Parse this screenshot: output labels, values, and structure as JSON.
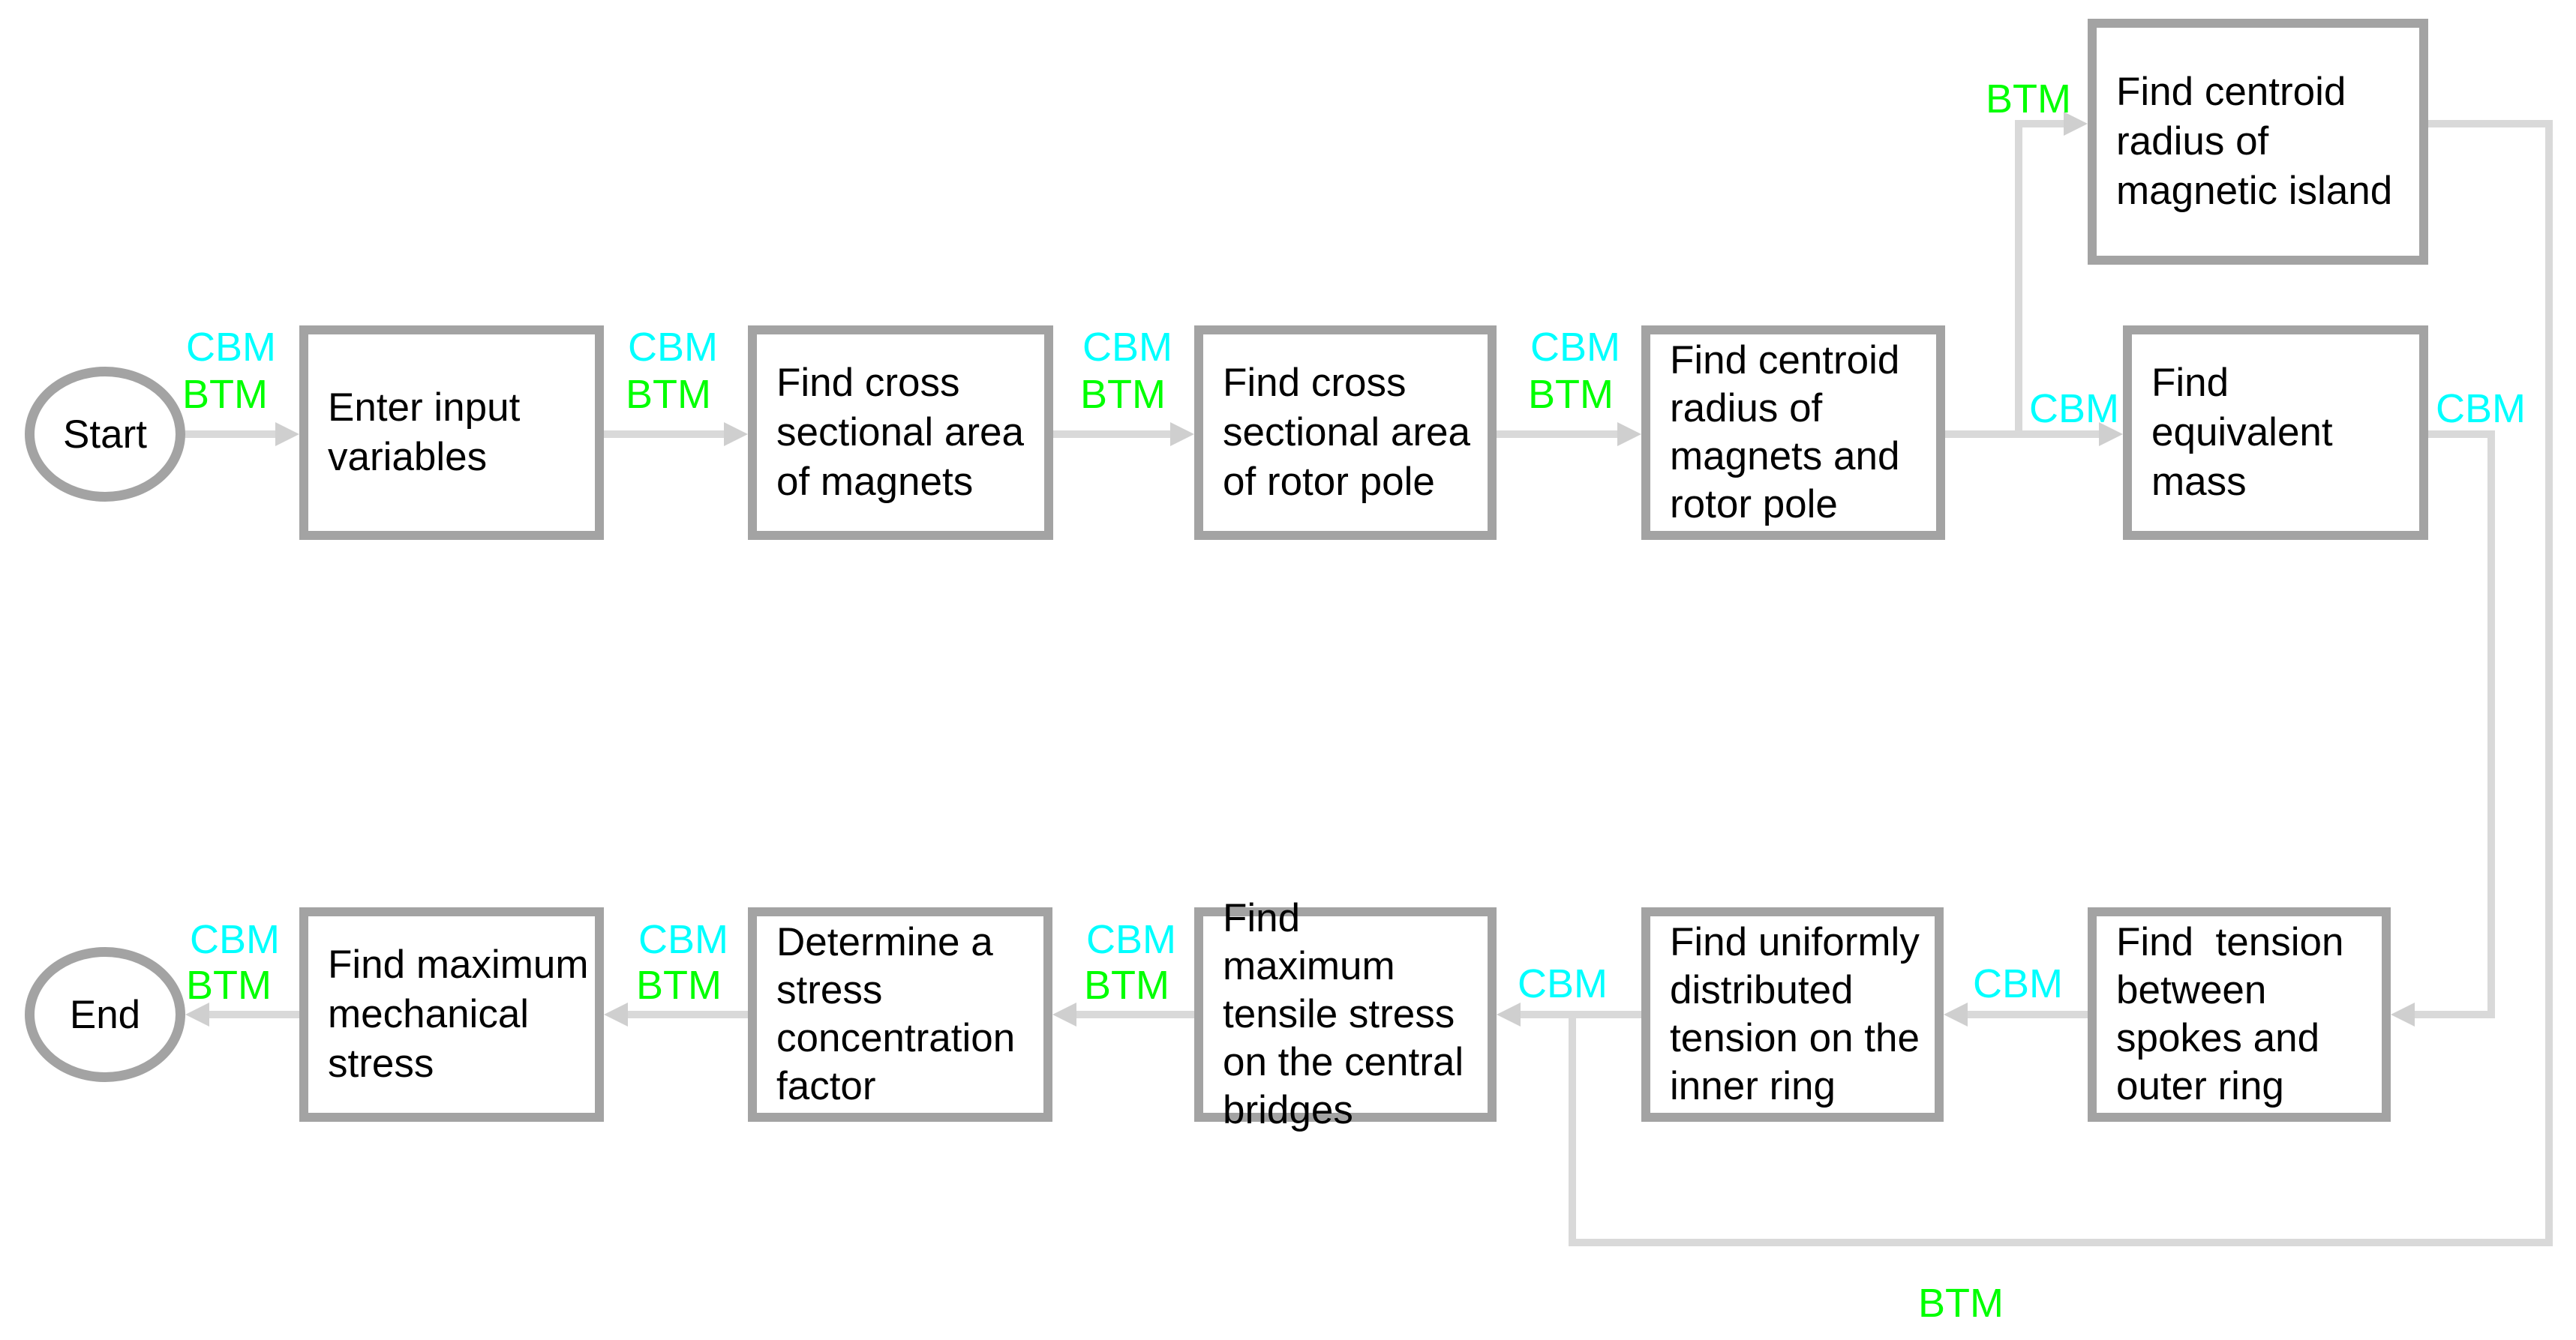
{
  "colors": {
    "cbm_label": "#00ffff",
    "btm_label": "#00ff00",
    "box_border": "#a3a3a3",
    "connector": "#d9d9d9",
    "arrowhead": "#cfcfcf",
    "text": "#000000",
    "background": "#ffffff"
  },
  "labels": {
    "cbm": "CBM",
    "btm": "BTM"
  },
  "nodes": {
    "start": "Start",
    "end": "End",
    "enter_input": "Enter input\nvariables",
    "cross_magnets": "Find cross\nsectional area\nof magnets",
    "cross_rotor": "Find cross\nsectional area\nof rotor pole",
    "centroid_magnets_rotor": "Find centroid\nradius of\nmagnets and\nrotor pole",
    "equivalent_mass": "Find\nequivalent\nmass",
    "magnetic_island": "Find centroid\nradius of\nmagnetic island",
    "tension_spokes": "Find  tension\nbetween\nspokes and\nouter ring",
    "uniform_tension": "Find uniformly\ndistributed\ntension on the\ninner ring",
    "tensile_stress": "Find maximum\ntensile stress\non the central\nbridges",
    "stress_concentration": "Determine a\nstress\nconcentration\nfactor",
    "max_mech_stress": "Find maximum\nmechanical\nstress"
  },
  "edges": [
    {
      "from": "start",
      "to": "enter_input",
      "tags": [
        "CBM",
        "BTM"
      ]
    },
    {
      "from": "enter_input",
      "to": "cross_magnets",
      "tags": [
        "CBM",
        "BTM"
      ]
    },
    {
      "from": "cross_magnets",
      "to": "cross_rotor",
      "tags": [
        "CBM",
        "BTM"
      ]
    },
    {
      "from": "cross_rotor",
      "to": "centroid_magnets_rotor",
      "tags": [
        "CBM",
        "BTM"
      ]
    },
    {
      "from": "centroid_magnets_rotor",
      "to": "equivalent_mass",
      "tags": [
        "CBM"
      ]
    },
    {
      "from": "centroid_magnets_rotor",
      "to": "magnetic_island",
      "tags": [
        "BTM"
      ]
    },
    {
      "from": "equivalent_mass",
      "to": "tension_spokes",
      "tags": [
        "CBM"
      ]
    },
    {
      "from": "magnetic_island",
      "to": "tensile_stress",
      "tags": [
        "BTM"
      ]
    },
    {
      "from": "tension_spokes",
      "to": "uniform_tension",
      "tags": [
        "CBM"
      ]
    },
    {
      "from": "uniform_tension",
      "to": "tensile_stress",
      "tags": [
        "CBM"
      ]
    },
    {
      "from": "tensile_stress",
      "to": "stress_concentration",
      "tags": [
        "CBM",
        "BTM"
      ]
    },
    {
      "from": "stress_concentration",
      "to": "max_mech_stress",
      "tags": [
        "CBM",
        "BTM"
      ]
    },
    {
      "from": "max_mech_stress",
      "to": "end",
      "tags": [
        "CBM",
        "BTM"
      ]
    }
  ]
}
